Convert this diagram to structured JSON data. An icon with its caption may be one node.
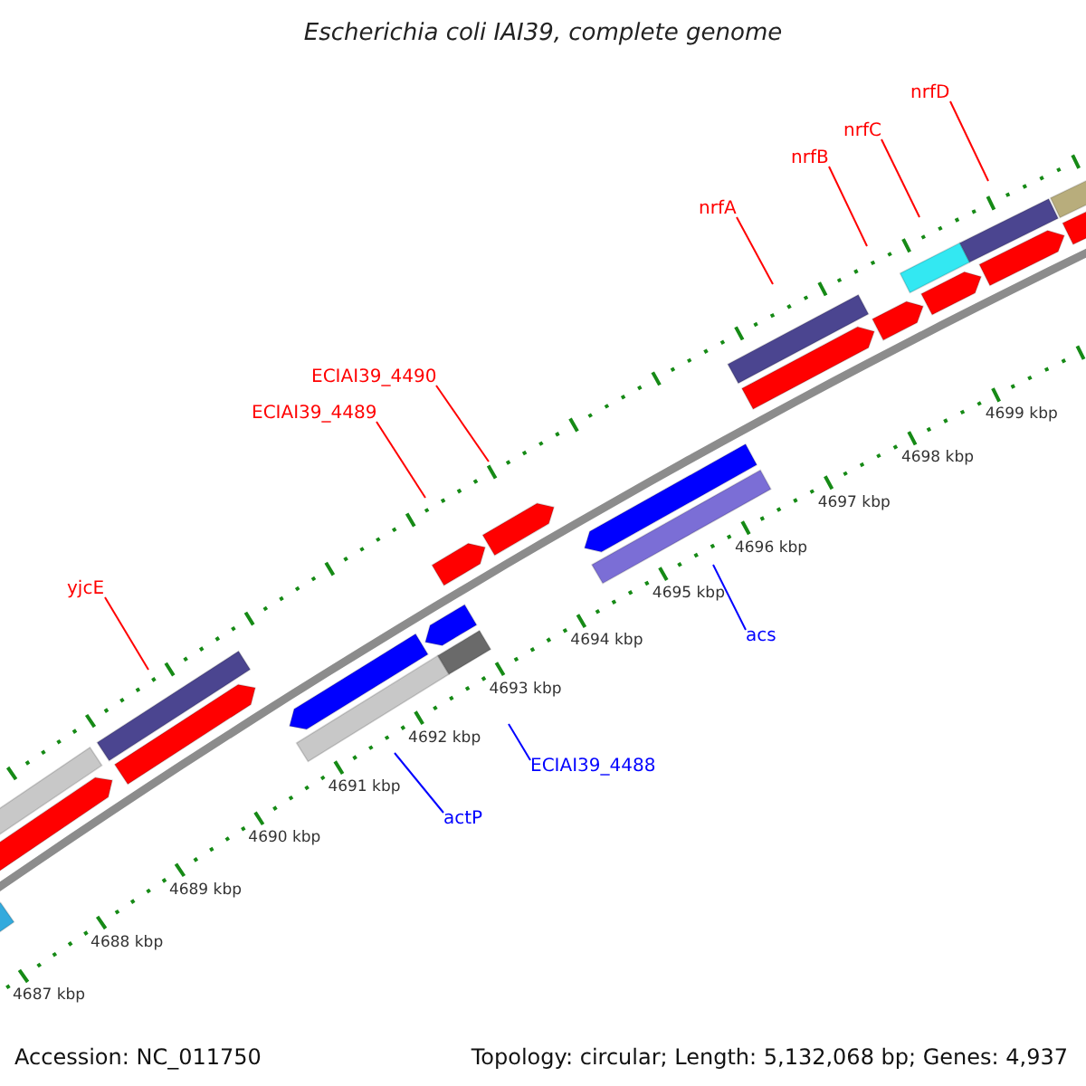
{
  "diagram": {
    "title": "Escherichia coli IAI39, complete genome",
    "nodes": [
      {
        "text": [
          "nrfD"
        ]
      },
      {
        "text": [
          "nrfC"
        ]
      },
      {
        "text": [
          "nrfB"
        ]
      },
      {
        "text": [
          "nrfA"
        ]
      },
      {
        "text": [
          "ECIAI39_4490"
        ]
      },
      {
        "text": [
          "ECIAI39_4489"
        ]
      },
      {
        "text": [
          "yjcE"
        ]
      },
      {
        "text": [
          "acs"
        ]
      },
      {
        "text": [
          "ECIAI39_4488"
        ]
      },
      {
        "text": [
          "actP"
        ]
      }
    ],
    "edges": [
      {
        "from": 0,
        "to": null,
        "arrow": "none"
      },
      {
        "from": 1,
        "to": null,
        "arrow": "none"
      },
      {
        "from": 2,
        "to": null,
        "arrow": "none"
      },
      {
        "from": 3,
        "to": null,
        "arrow": "none"
      },
      {
        "from": 4,
        "to": null,
        "arrow": "none"
      },
      {
        "from": 5,
        "to": null,
        "arrow": "none"
      },
      {
        "from": 6,
        "to": null,
        "arrow": "none"
      },
      {
        "from": 7,
        "to": null,
        "arrow": "none",
        "color": "#0000ff"
      },
      {
        "from": 8,
        "to": null,
        "arrow": "none",
        "color": "#0000ff"
      },
      {
        "from": 9,
        "to": null,
        "arrow": "none",
        "color": "#0000ff"
      }
    ],
    "labels": [
      "4687 kbp",
      "4688 kbp",
      "4689 kbp",
      "4690 kbp",
      "4691 kbp",
      "4692 kbp",
      "4693 kbp",
      "4694 kbp",
      "4695 kbp",
      "4696 kbp",
      "4697 kbp",
      "4698 kbp",
      "4699 kbp",
      "Accession: NC_011750",
      "Topology: circular; Length: 5,132,068 bp; Genes: 4,937"
    ]
  }
}
